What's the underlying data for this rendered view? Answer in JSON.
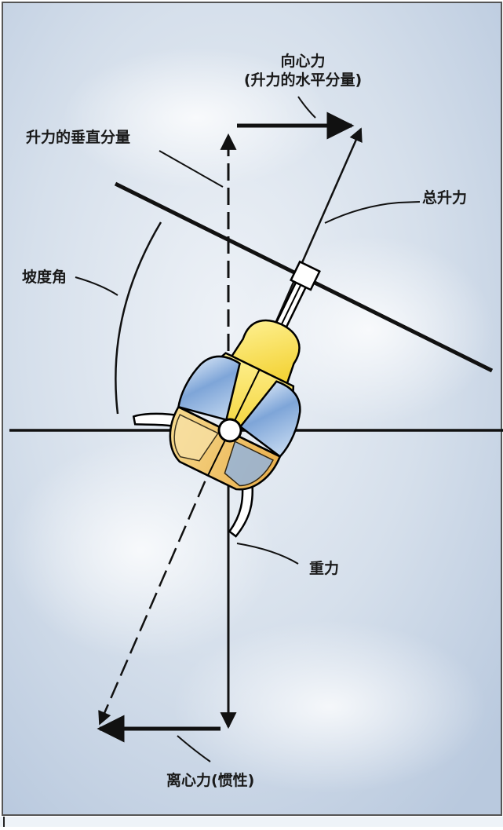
{
  "labels": {
    "centripetal_line1": "向心力",
    "centripetal_line2": "(升力的水平分量)",
    "lift_vertical": "升力的垂直分量",
    "total_lift": "总升力",
    "bank_angle": "坡度角",
    "gravity": "重力",
    "centrifugal": "离心力(惯性)"
  },
  "colors": {
    "sky_light": "#e9eef4",
    "sky_blue": "#bccbe0",
    "line": "#111111",
    "fuselage_yellow": "#f7e04a",
    "fuselage_orange": "#f3c66a",
    "canopy_blue": "#8fb4e4",
    "outline": "#000000"
  }
}
